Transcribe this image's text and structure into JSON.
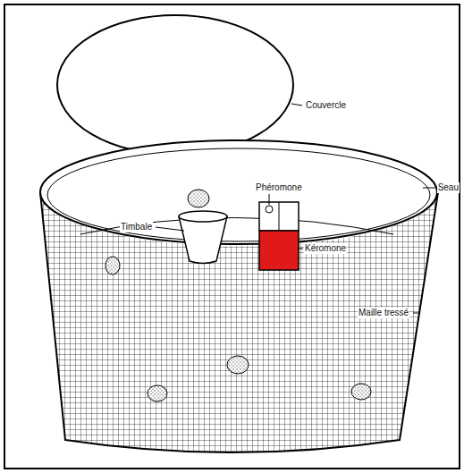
{
  "diagram": {
    "labels": [
      "Couvercle",
      "Phéromone",
      "Seau",
      "Timbale",
      "Kéromone",
      "Maille tressé"
    ]
  }
}
